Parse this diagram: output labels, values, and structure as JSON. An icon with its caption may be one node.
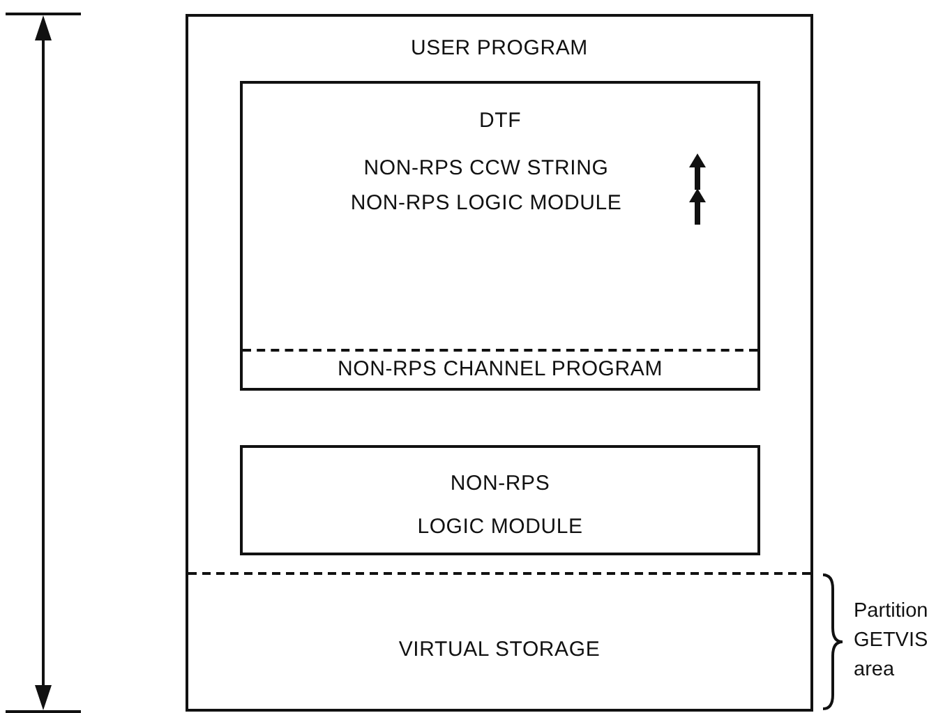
{
  "diagram": {
    "nodes": [
      {
        "text": [
          "USER PROGRAM"
        ]
      },
      {
        "text": [
          "DTF",
          "NON-RPS CCW STRING",
          "NON-RPS LOGIC MODULE"
        ],
        "in": 0
      },
      {
        "text": [
          "NON-RPS CHANNEL PROGRAM"
        ],
        "in": 1
      },
      {
        "text": [
          "NON-RPS",
          "LOGIC MODULE"
        ],
        "in": 0
      },
      {
        "text": [
          "VIRTUAL STORAGE"
        ],
        "in": 0,
        "beside": [
          "Partition GETVIS area"
        ]
      }
    ]
  }
}
